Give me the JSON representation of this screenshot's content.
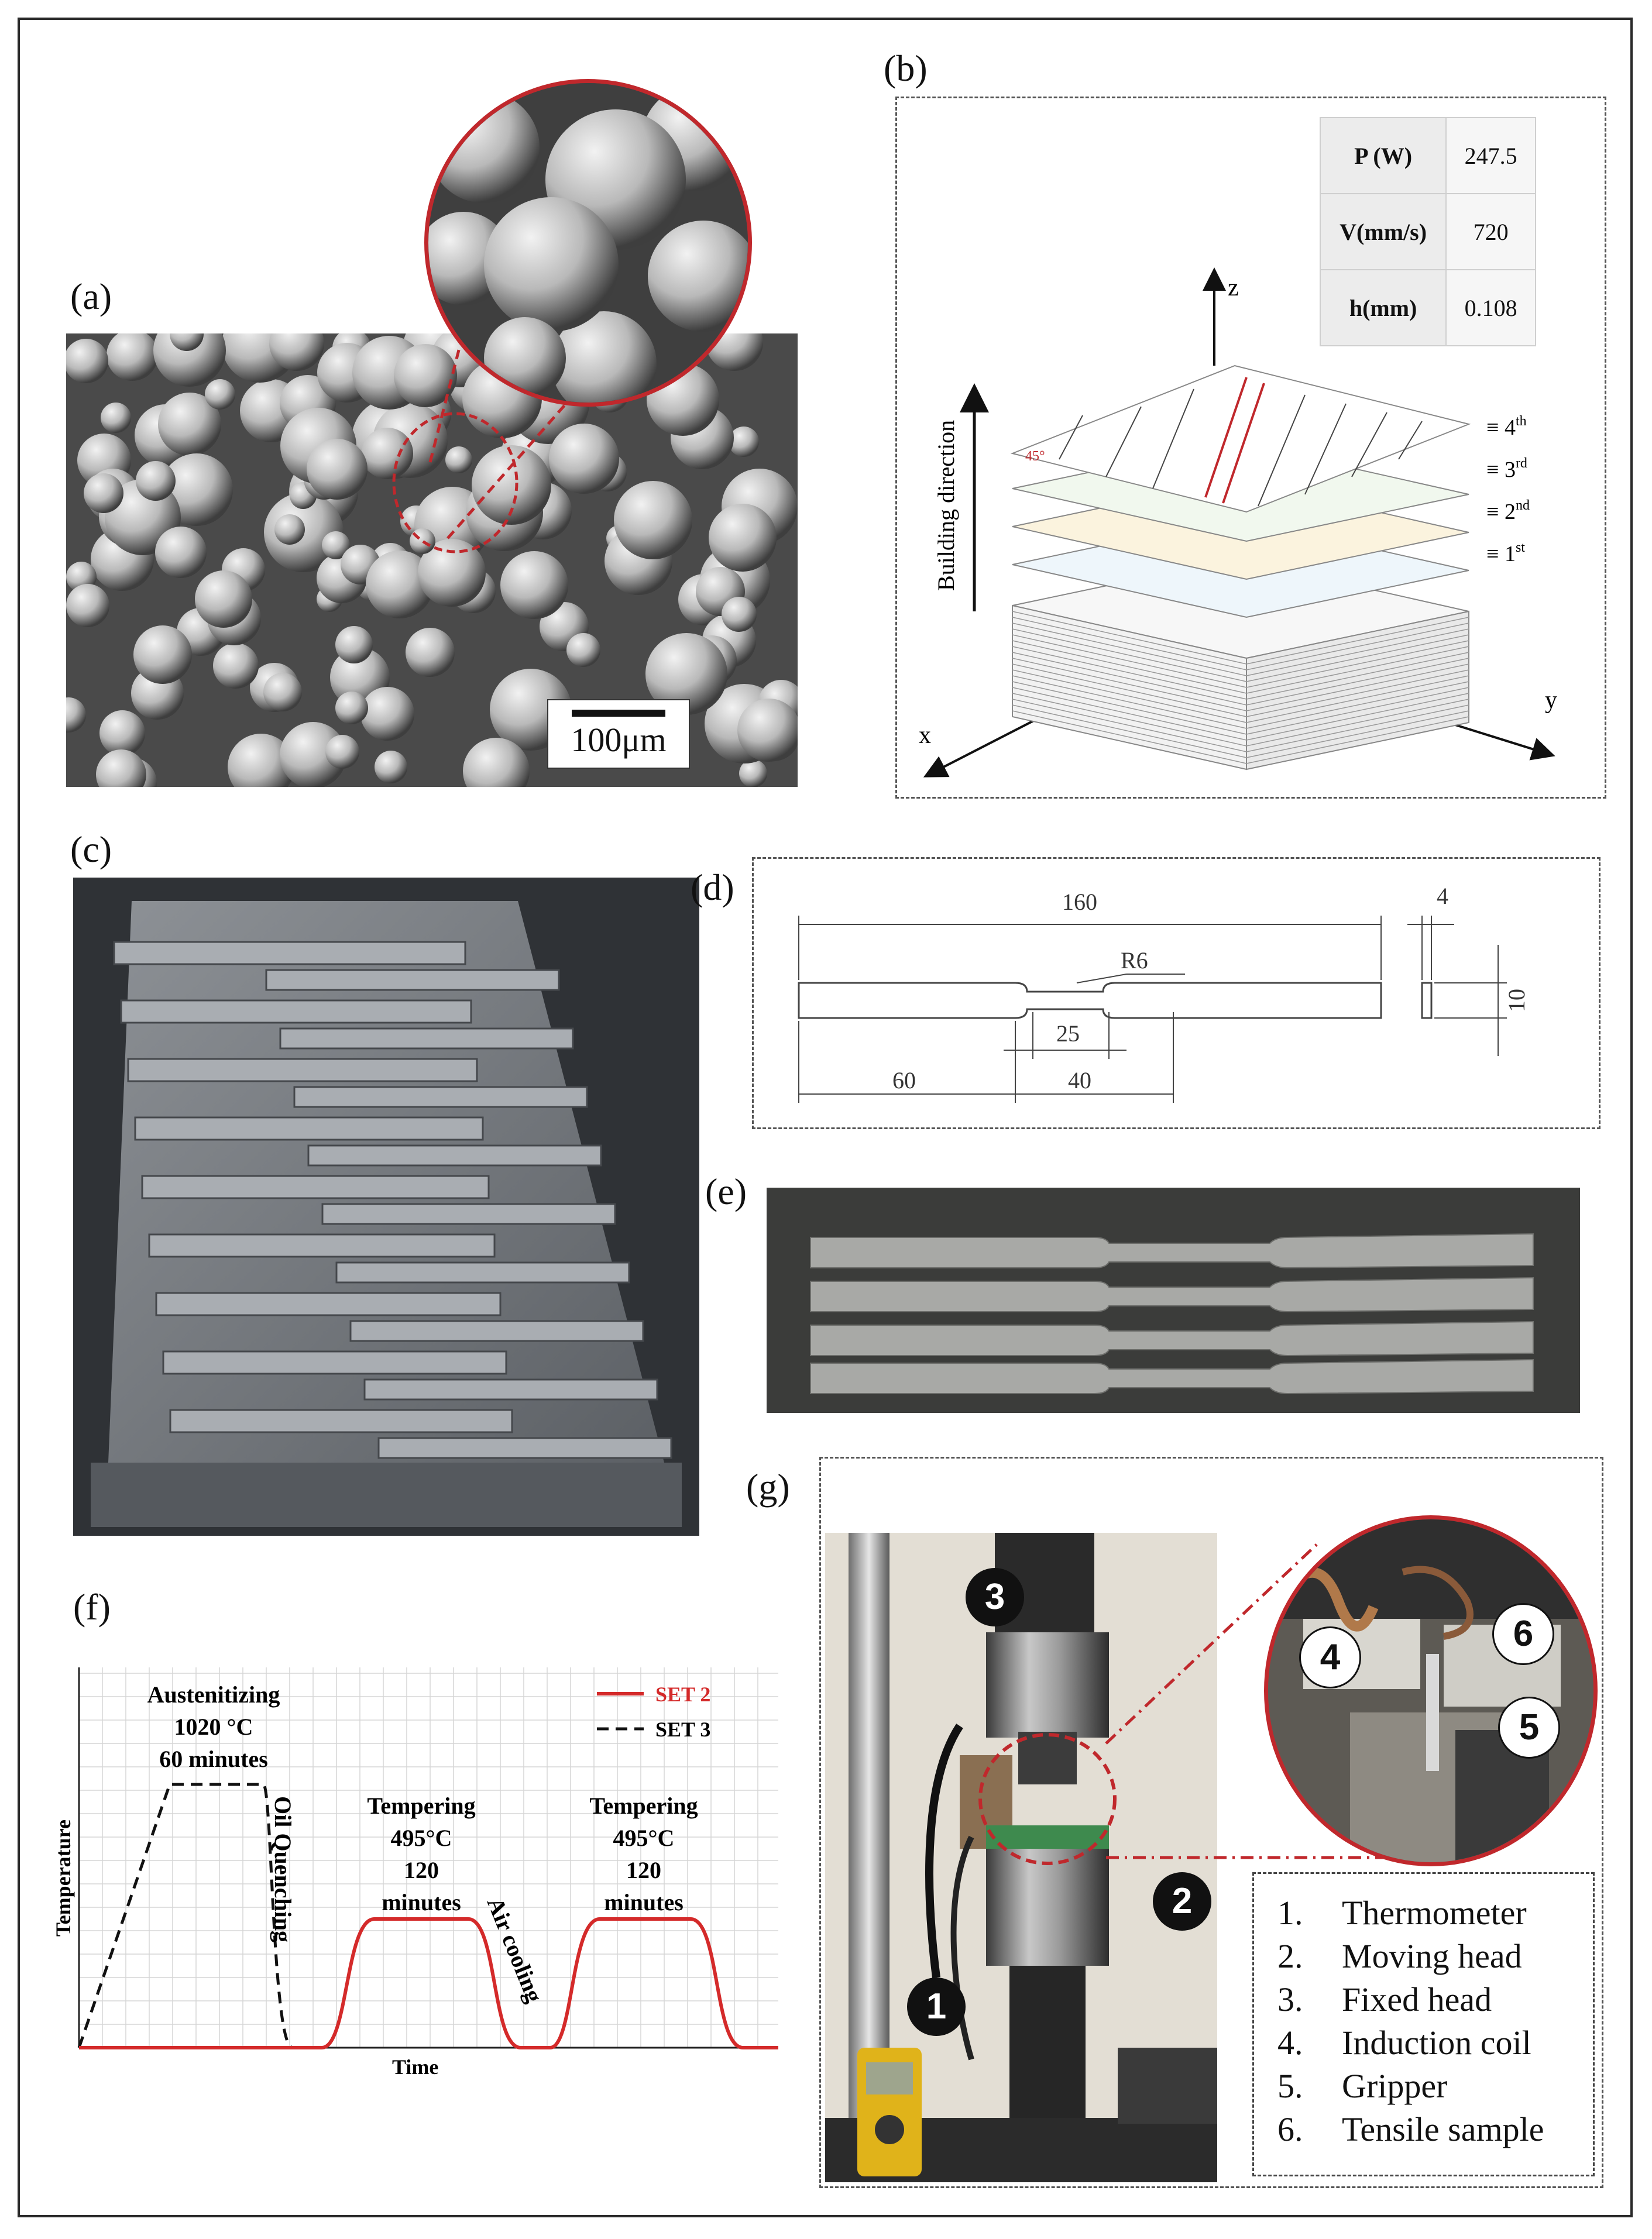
{
  "panels": {
    "a": "(a)",
    "b": "(b)",
    "c": "(c)",
    "d": "(d)",
    "e": "(e)",
    "f": "(f)",
    "g": "(g)"
  },
  "sem": {
    "scale_bar": "100μm"
  },
  "process_params": [
    {
      "key": "P (W)",
      "value": "247.5"
    },
    {
      "key": "V(mm/s)",
      "value": "720"
    },
    {
      "key": "h(mm)",
      "value": "0.108"
    }
  ],
  "build": {
    "direction_label": "Building direction",
    "angle_label": "45°",
    "axes": {
      "z": "z",
      "x": "x",
      "y": "y"
    },
    "layers": [
      {
        "sym": "≡",
        "n": "4",
        "sup": "th"
      },
      {
        "sym": "≡",
        "n": "3",
        "sup": "rd"
      },
      {
        "sym": "≡",
        "n": "2",
        "sup": "nd"
      },
      {
        "sym": "≡",
        "n": "1",
        "sup": "st"
      }
    ]
  },
  "drawing": {
    "overall_length": "160",
    "thickness": "4",
    "radius": "R6",
    "width": "10",
    "gauge_length": "25",
    "reduced_length": "40",
    "grip_length": "60"
  },
  "heat_treatment": {
    "ylabel": "Temperature",
    "xlabel": "Time",
    "legend": [
      {
        "name": "SET 2",
        "color": "#d42a2a",
        "style": "solid"
      },
      {
        "name": "SET 3",
        "color": "#111111",
        "style": "dashed"
      }
    ],
    "annotations": {
      "austenitizing": [
        "Austenitizing",
        "1020 °C",
        "60 minutes"
      ],
      "quench": "Oil Quenching",
      "temper1": [
        "Tempering",
        "495°C",
        "120",
        "minutes"
      ],
      "air": "Air cooling",
      "temper2": [
        "Tempering",
        "495°C",
        "120",
        "minutes"
      ]
    }
  },
  "test_setup": {
    "markers": [
      "1",
      "2",
      "3",
      "4",
      "5",
      "6"
    ],
    "legend": [
      {
        "n": "1.",
        "label": "Thermometer"
      },
      {
        "n": "2.",
        "label": "Moving head"
      },
      {
        "n": "3.",
        "label": "Fixed head"
      },
      {
        "n": "4.",
        "label": "Induction coil"
      },
      {
        "n": "5.",
        "label": "Gripper"
      },
      {
        "n": "6.",
        "label": "Tensile sample"
      }
    ]
  },
  "colors": {
    "set2": "#d42a2a",
    "set3": "#111111",
    "highlight": "#c0282c"
  }
}
